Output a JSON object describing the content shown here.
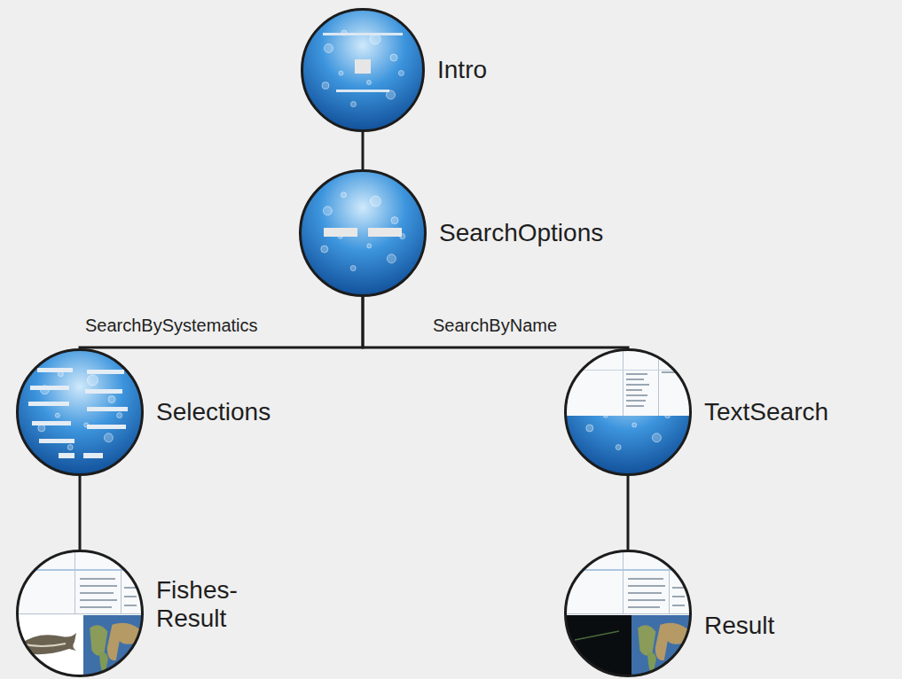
{
  "diagram": {
    "nodes": [
      {
        "text": [
          "Intro"
        ]
      },
      {
        "text": [
          "SearchOptions"
        ]
      },
      {
        "text": [
          "Selections"
        ]
      },
      {
        "text": [
          "TextSearch"
        ]
      },
      {
        "text": [
          "Fishes- Result"
        ]
      },
      {
        "text": [
          "Result"
        ]
      }
    ],
    "edges": [
      {
        "from": 0,
        "to": 1,
        "arrow": "none"
      },
      {
        "from": 1,
        "to": 2,
        "label": "SearchBySystematics",
        "arrow": "none"
      },
      {
        "from": 1,
        "to": 3,
        "label": "SearchByName",
        "arrow": "none"
      },
      {
        "from": 2,
        "to": 4,
        "arrow": "none"
      },
      {
        "from": 3,
        "to": 5,
        "arrow": "none"
      }
    ]
  }
}
